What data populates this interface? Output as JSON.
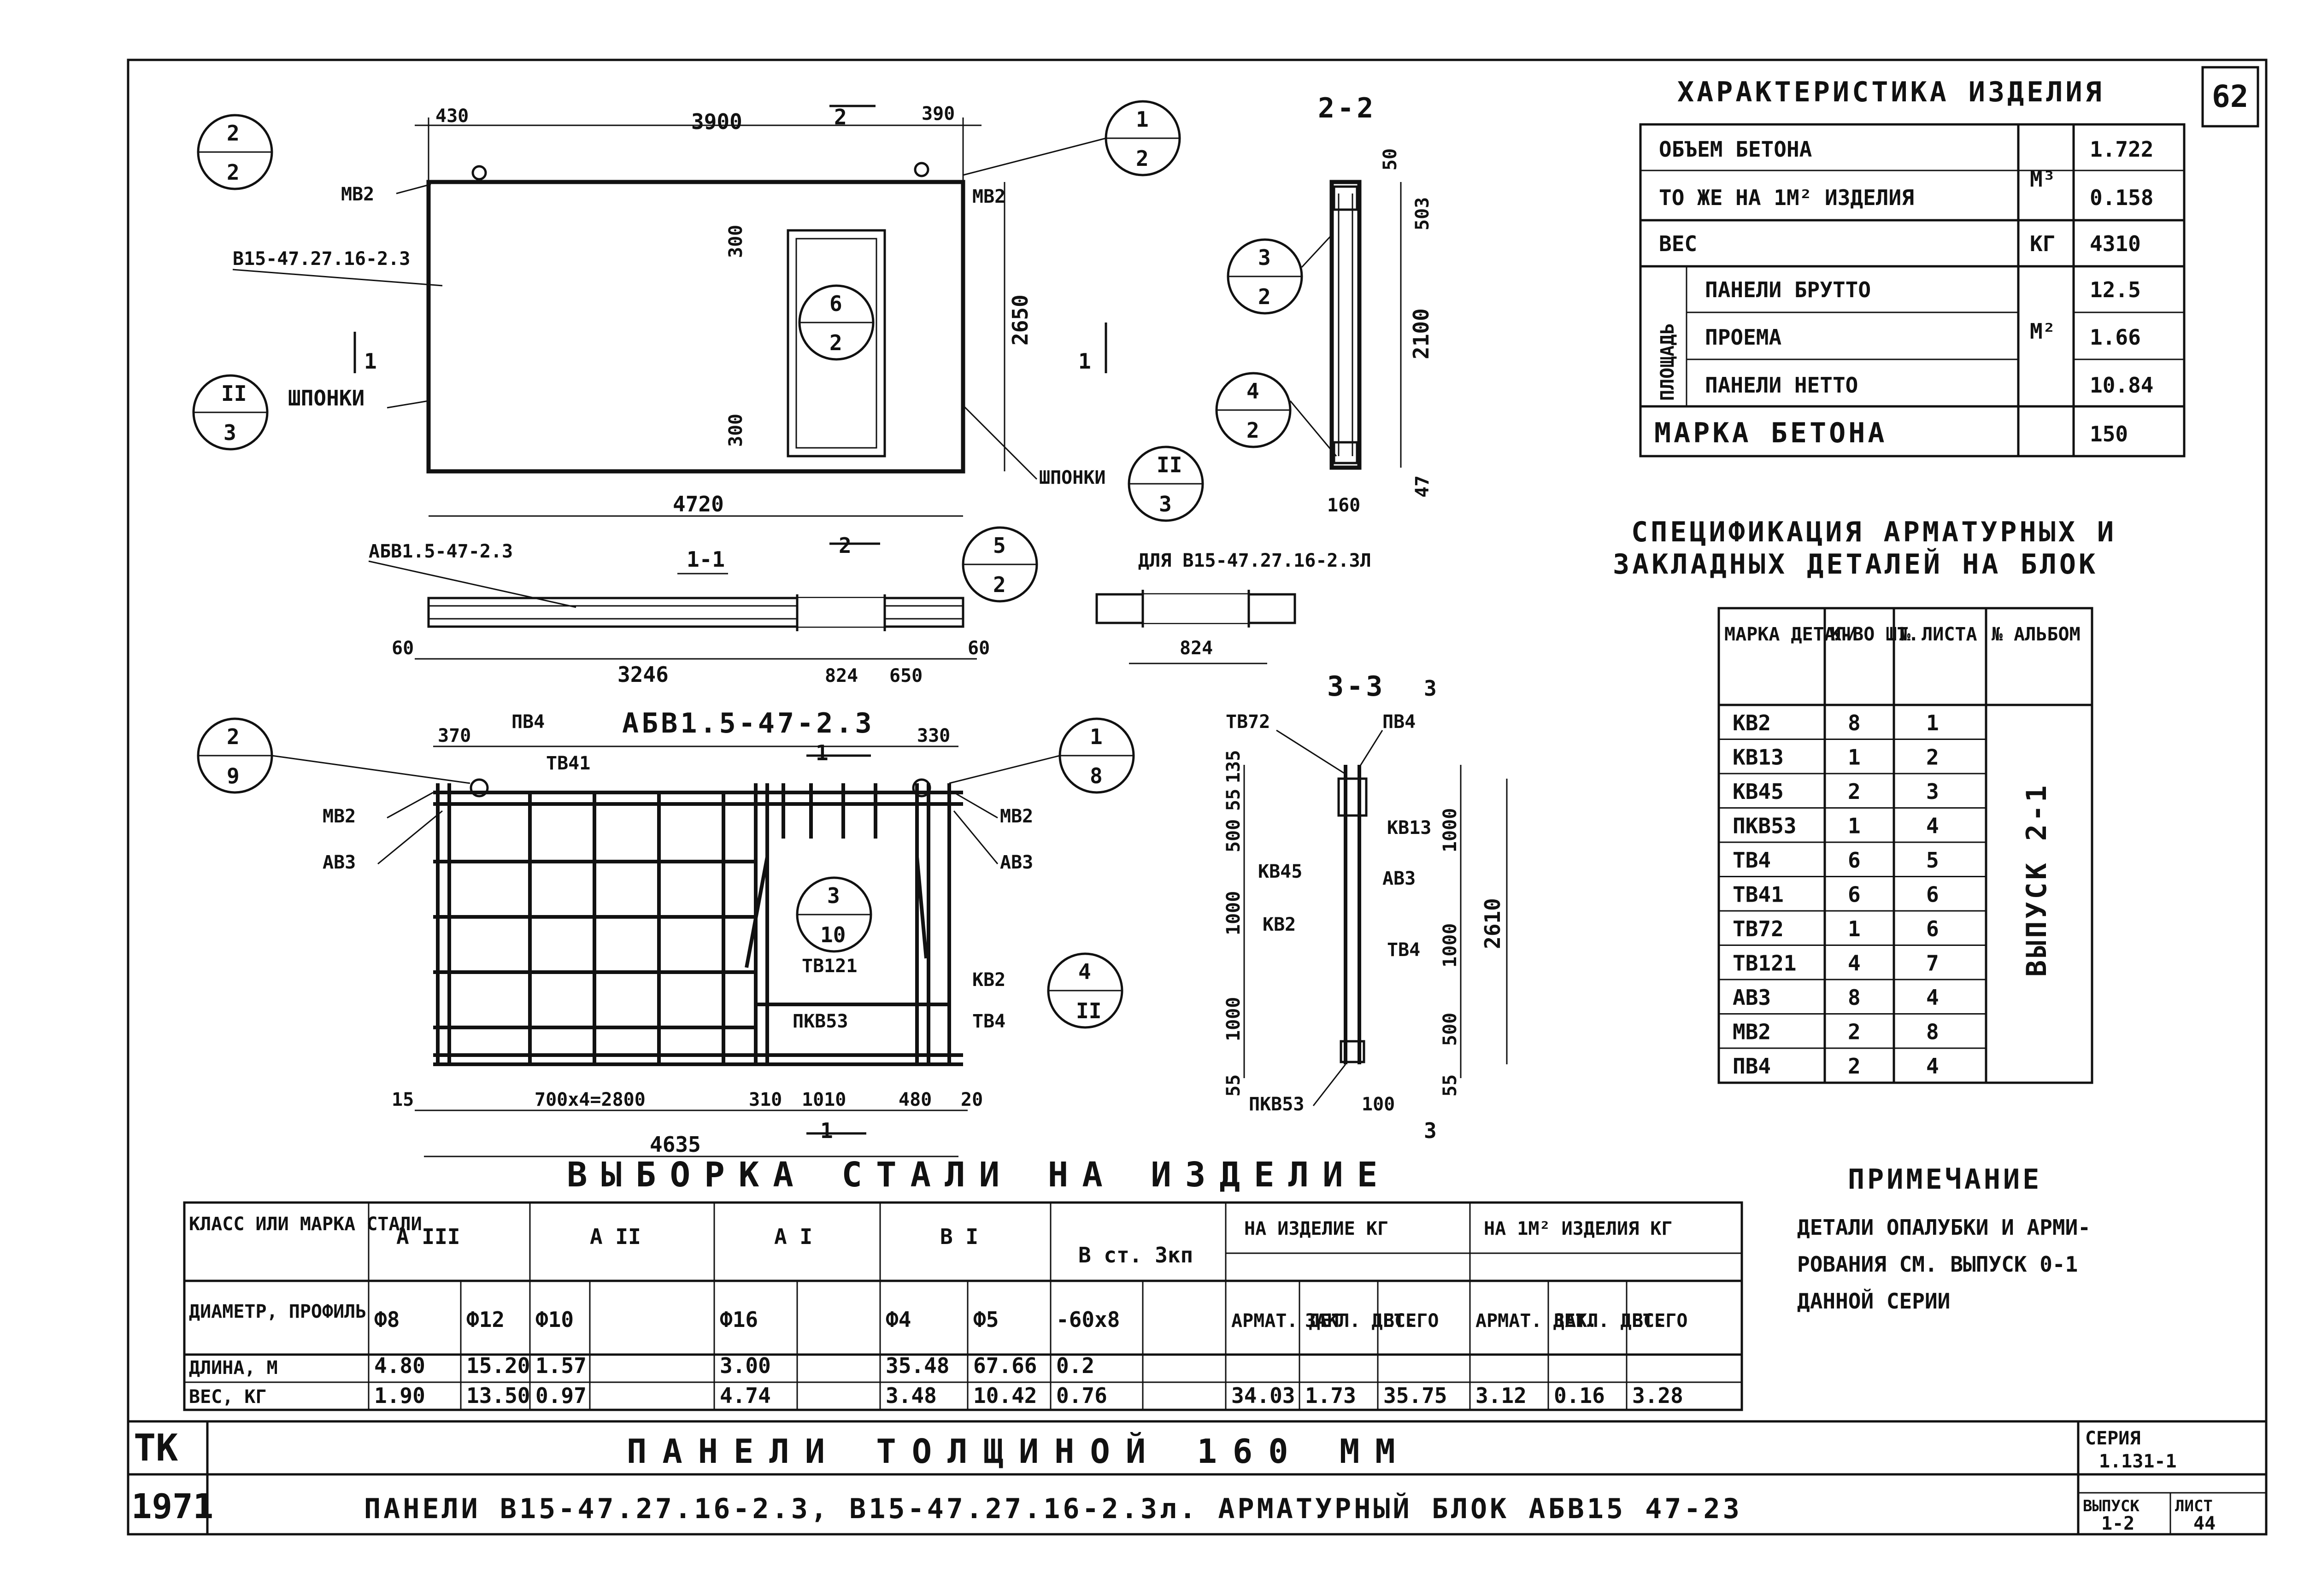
{
  "sheet_number": "62",
  "characteristics": {
    "title": "ХАРАКТЕРИСТИКА ИЗДЕЛИЯ",
    "rows": [
      {
        "label": "ОБЪЕМ БЕТОНА",
        "unit": "М³",
        "value": "1.722"
      },
      {
        "label": "ТО ЖЕ НА 1М² ИЗДЕЛИЯ",
        "unit": "",
        "value": "0.158"
      },
      {
        "label": "ВЕС",
        "unit": "КГ",
        "value": "4310"
      },
      {
        "label": "ПАНЕЛИ БРУТТО",
        "unit": "М²",
        "value": "12.5"
      },
      {
        "label": "ПРОЕМА",
        "unit": "",
        "value": "1.66"
      },
      {
        "label": "ПАНЕЛИ НЕТТО",
        "unit": "",
        "value": "10.84"
      },
      {
        "label": "МАРКА БЕТОНА",
        "unit": "",
        "value": "150"
      }
    ],
    "group_label": "ПЛОЩАДЬ"
  },
  "spec": {
    "title_line1": "СПЕЦИФИКАЦИЯ АРМАТУРНЫХ И",
    "title_line2": "ЗАКЛАДНЫХ ДЕТАЛЕЙ НА БЛОК",
    "headers": [
      "МАРКА ДЕТАЛИ",
      "К-ВО ШТ.",
      "№ ЛИСТА",
      "№ АЛЬБОМ"
    ],
    "rows": [
      [
        "КВ2",
        "8",
        "1"
      ],
      [
        "КВ13",
        "1",
        "2"
      ],
      [
        "КВ45",
        "2",
        "3"
      ],
      [
        "ПКВ53",
        "1",
        "4"
      ],
      [
        "ТВ4",
        "6",
        "5"
      ],
      [
        "ТВ41",
        "6",
        "6"
      ],
      [
        "ТВ72",
        "1",
        "6"
      ],
      [
        "ТВ121",
        "4",
        "7"
      ],
      [
        "АВ3",
        "8",
        "4"
      ],
      [
        "МВ2",
        "2",
        "8"
      ],
      [
        "ПВ4",
        "2",
        "4"
      ]
    ],
    "album": "ВЫПУСК 2-1"
  },
  "note": {
    "title": "ПРИМЕЧАНИЕ",
    "lines": [
      "ДЕТАЛИ ОПАЛУБКИ И АРМИ-",
      "РОВАНИЯ СМ. ВЫПУСК 0-1",
      "ДАННОЙ СЕРИИ"
    ]
  },
  "steel": {
    "title": "ВЫБОРКА СТАЛИ НА ИЗДЕЛИЕ",
    "h_class": "КЛАСС ИЛИ МАРКА СТАЛИ",
    "h_class_a3": "А III",
    "h_class_a2": "А II",
    "h_class_a1": "А I",
    "h_class_b1": "В I",
    "h_class_bst": "В ст. 3кп",
    "h_total_item": "НА ИЗДЕЛИЕ КГ",
    "h_total_m2": "НА 1М² ИЗДЕЛИЯ КГ",
    "h_diam": "ДИАМЕТР, ПРОФИЛЬ",
    "h_len": "ДЛИНА, М",
    "h_wt": "ВЕС, КГ",
    "diam": [
      "Ф8",
      "Ф12",
      "Ф10",
      "",
      "Ф16",
      "",
      "Ф4",
      "Ф5",
      "-60х8",
      "",
      "АРМАТ. ДЕТ",
      "ЗАКЛ. ДЕТ.",
      "ВСЕГО",
      "АРМАТ. ДЕТ.",
      "ЗАКЛ. ДЕТ.",
      "ВСЕГО"
    ],
    "length": [
      "4.80",
      "15.20",
      "1.57",
      "",
      "3.00",
      "",
      "35.48",
      "67.66",
      "0.2",
      "",
      "",
      "",
      "",
      "",
      "",
      ""
    ],
    "weight": [
      "1.90",
      "13.50",
      "0.97",
      "",
      "4.74",
      "",
      "3.48",
      "10.42",
      "0.76",
      "",
      "34.03",
      "1.73",
      "35.75",
      "3.12",
      "0.16",
      "3.28"
    ]
  },
  "title_block": {
    "tk": "ТК",
    "year": "1971",
    "line1": "ПАНЕЛИ ТОЛЩИНОЙ 160 ММ",
    "line2": "ПАНЕЛИ В15-47.27.16-2.3, В15-47.27.16-2.3л. АРМАТУРНЫЙ БЛОК АБВ15 47-23",
    "series_label": "СЕРИЯ",
    "series_value": "1.131-1",
    "issue_label": "ВЫПУСК",
    "issue_value": "1-2",
    "sheet_label": "ЛИСТ",
    "sheet_value": "44"
  },
  "drawing": {
    "panel_dims": [
      "430",
      "3900",
      "390",
      "300",
      "2650",
      "300",
      "4720"
    ],
    "panel_labels": [
      "МВ2",
      "МВ2",
      "В15-47.27.16-2.3",
      "ШПОНКИ",
      "ШПОНКИ"
    ],
    "callouts": [
      {
        "top": "2",
        "bottom": "2"
      },
      {
        "top": "1",
        "bottom": "2"
      },
      {
        "top": "6",
        "bottom": "2"
      },
      {
        "top": "II",
        "bottom": "3"
      },
      {
        "top": "II",
        "bottom": "3"
      },
      {
        "top": "5",
        "bottom": "2"
      },
      {
        "top": "3",
        "bottom": "2"
      },
      {
        "top": "4",
        "bottom": "2"
      },
      {
        "top": "2",
        "bottom": "9"
      },
      {
        "top": "1",
        "bottom": "8"
      },
      {
        "top": "3",
        "bottom": "10"
      },
      {
        "top": "4",
        "bottom": "II"
      }
    ],
    "cut_marks": [
      "1",
      "1",
      "2",
      "2",
      "1",
      "1",
      "3",
      "3"
    ],
    "section11": {
      "title": "1-1",
      "label": "АБВ1.5-47-2.3",
      "label_b": "ДЛЯ В15-47.27.16-2.3Л",
      "dims": [
        "60",
        "3246",
        "824",
        "650",
        "60",
        "824"
      ]
    },
    "section22": {
      "title": "2-2",
      "dims": [
        "50",
        "503",
        "2100",
        "47",
        "160"
      ]
    },
    "block": {
      "title": "АБВ1.5-47-2.3",
      "labels": [
        "ПВ4",
        "ТВ41",
        "МВ2",
        "АВ3",
        "МВ2",
        "АВ3",
        "ТВ121",
        "КВ2",
        "ПКВ53",
        "ТВ4"
      ],
      "dims": [
        "370",
        "330",
        "15",
        "700х4=2800",
        "310",
        "1010",
        "480",
        "20",
        "4635"
      ]
    },
    "section33": {
      "title": "3-3",
      "labels": [
        "ТВ72",
        "ПВ4",
        "КВ13",
        "КВ45",
        "АВ3",
        "КВ2",
        "ТВ4",
        "ПКВ53"
      ],
      "dims": [
        "135",
        "55",
        "500",
        "1000",
        "1000",
        "55",
        "1000",
        "1000",
        "500",
        "55",
        "2610",
        "100"
      ]
    }
  }
}
